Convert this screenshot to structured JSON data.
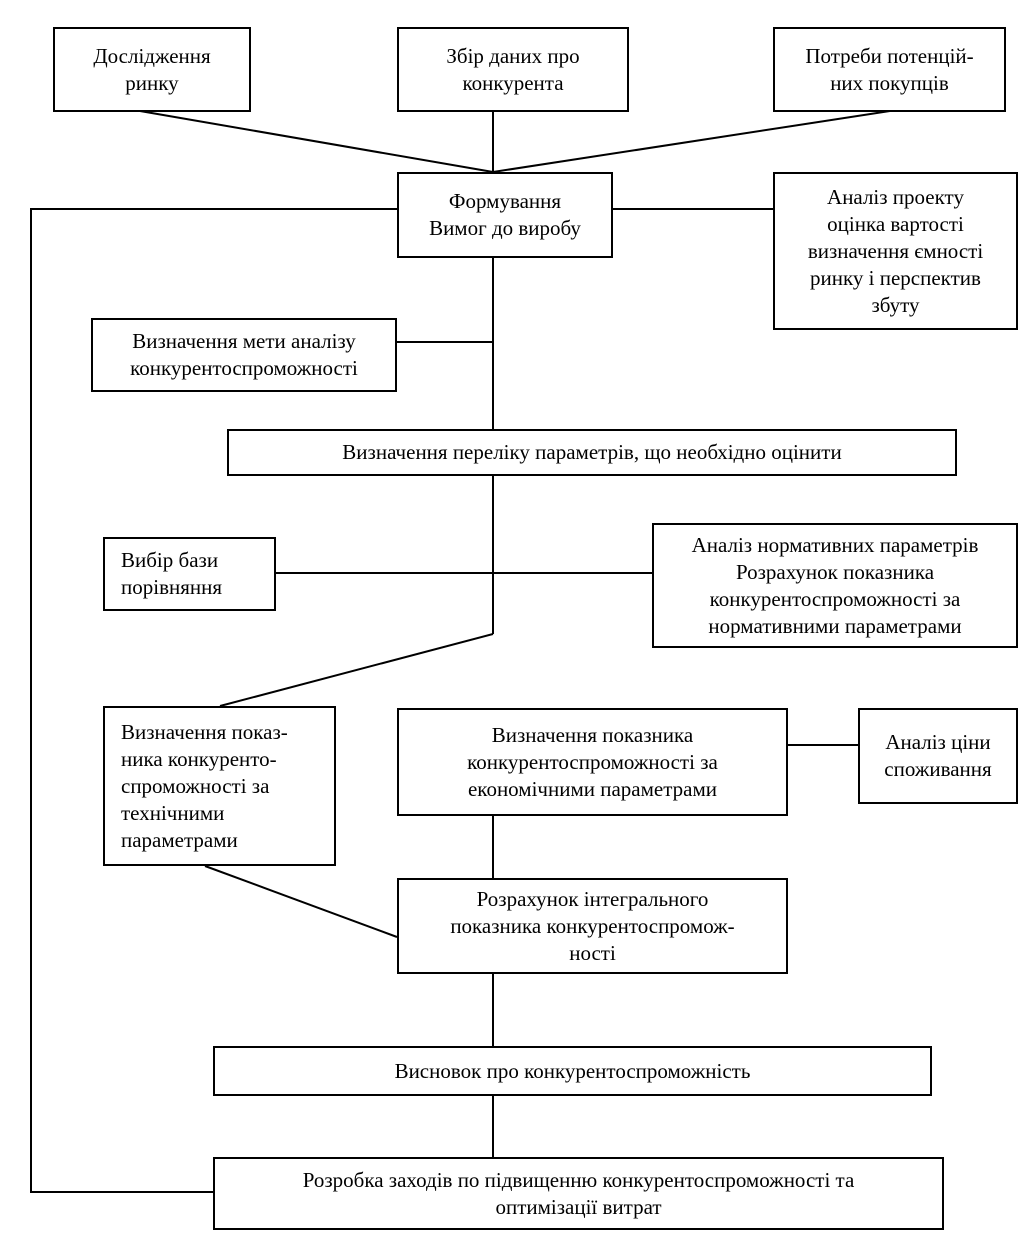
{
  "diagram": {
    "boxes": {
      "market_research": [
        "Дослідження",
        "ринку"
      ],
      "competitor_data": [
        "Збір даних про",
        "конкурента"
      ],
      "customer_needs": [
        "Потреби потенцій-",
        "них покупців"
      ],
      "product_requirements": [
        "Формування",
        "Вимог до виробу"
      ],
      "project_analysis": [
        "Аналіз проекту",
        "оцінка вартості",
        "визначення ємності",
        "ринку і перспектив",
        "збуту"
      ],
      "analysis_goal": [
        "Визначення мети аналізу",
        "конкурентоспроможності"
      ],
      "parameter_list": [
        "Визначення переліку параметрів, що необхідно оцінити"
      ],
      "comparison_base": [
        "Вибір бази",
        "порівняння"
      ],
      "normative_analysis": [
        "Аналіз нормативних параметрів",
        "Розрахунок показника",
        "конкурентоспроможності за",
        "нормативними параметрами"
      ],
      "technical_index": [
        "Визначення показ-",
        "ника конкуренто-",
        "спроможності за",
        "технічними",
        "параметрами"
      ],
      "economic_index": [
        "Визначення показника",
        "конкурентоспроможності за",
        "економічними параметрами"
      ],
      "consumption_price": [
        "Аналіз ціни",
        "споживання"
      ],
      "integral_index": [
        "Розрахунок інтегрального",
        "показника конкурентоспромож-",
        "ності"
      ],
      "conclusion": [
        "Висновок про конкурентоспроможність"
      ],
      "improvement_measures": [
        "Розробка заходів по підвищенню конкурентоспроможності та",
        "оптимізації витрат"
      ]
    }
  }
}
